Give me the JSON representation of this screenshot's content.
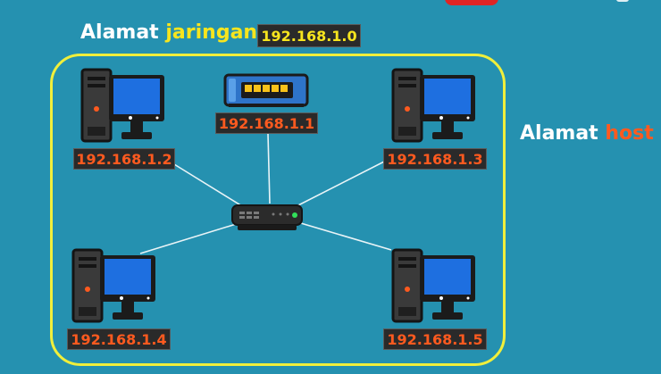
{
  "network_label": {
    "word1": "Alamat",
    "word2": "jaringan"
  },
  "host_label": {
    "word1": "Alamat",
    "word2": "host"
  },
  "network_address": "192.168.1.0",
  "router_address": "192.168.1.1",
  "hosts": {
    "pc1": "192.168.1.2",
    "pc2": "192.168.1.3",
    "pc3": "192.168.1.4",
    "pc4": "192.168.1.5"
  },
  "colors": {
    "background": "#2591b0",
    "frame": "#f0ef3b",
    "network_accent": "#f7e51e",
    "host_accent": "#ff5a1f",
    "label_bg": "#2a2a2a",
    "monitor_screen": "#1e6fe0"
  },
  "icons": [
    "desktop-computer-icon",
    "router-icon",
    "network-switch-icon"
  ]
}
